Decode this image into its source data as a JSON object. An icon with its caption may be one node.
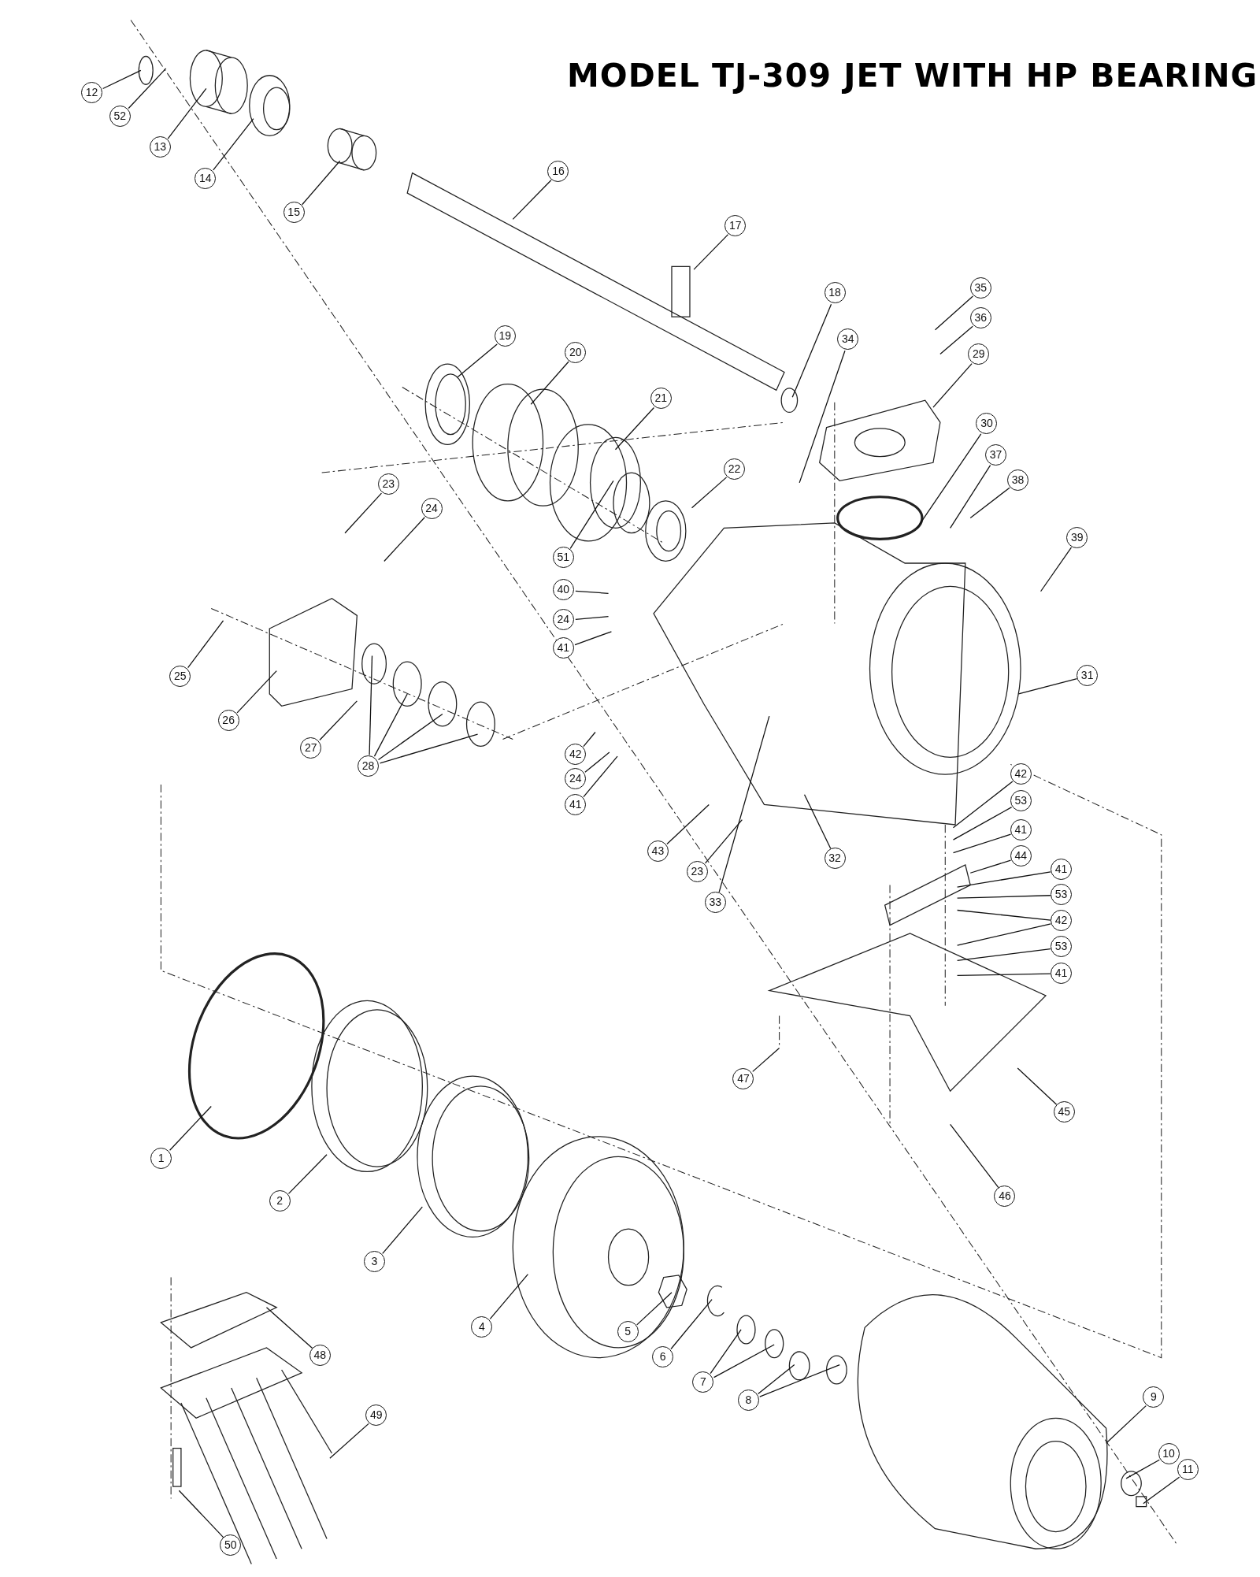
{
  "diagram": {
    "title": "MODEL TJ-309 JET WITH HP BEARING",
    "nodes": [
      {
        "text": [
          "12"
        ]
      },
      {
        "text": [
          "52"
        ]
      },
      {
        "text": [
          "13"
        ]
      },
      {
        "text": [
          "14"
        ]
      },
      {
        "text": [
          "15"
        ]
      },
      {
        "text": [
          "16"
        ]
      },
      {
        "text": [
          "17"
        ]
      },
      {
        "text": [
          "18"
        ]
      },
      {
        "text": [
          "19"
        ]
      },
      {
        "text": [
          "20"
        ]
      },
      {
        "text": [
          "21"
        ]
      },
      {
        "text": [
          "34"
        ]
      },
      {
        "text": [
          "35"
        ]
      },
      {
        "text": [
          "36"
        ]
      },
      {
        "text": [
          "29"
        ]
      },
      {
        "text": [
          "30"
        ]
      },
      {
        "text": [
          "37"
        ]
      },
      {
        "text": [
          "38"
        ]
      },
      {
        "text": [
          "22"
        ]
      },
      {
        "text": [
          "23"
        ]
      },
      {
        "text": [
          "24"
        ]
      },
      {
        "text": [
          "39"
        ]
      },
      {
        "text": [
          "51"
        ]
      },
      {
        "text": [
          "40"
        ]
      },
      {
        "text": [
          "24"
        ]
      },
      {
        "text": [
          "41"
        ]
      },
      {
        "text": [
          "25"
        ]
      },
      {
        "text": [
          "26"
        ]
      },
      {
        "text": [
          "31"
        ]
      },
      {
        "text": [
          "27"
        ]
      },
      {
        "text": [
          "28"
        ]
      },
      {
        "text": [
          "42"
        ]
      },
      {
        "text": [
          "24"
        ]
      },
      {
        "text": [
          "41"
        ]
      },
      {
        "text": [
          "42"
        ]
      },
      {
        "text": [
          "53"
        ]
      },
      {
        "text": [
          "41"
        ]
      },
      {
        "text": [
          "32"
        ]
      },
      {
        "text": [
          "44"
        ]
      },
      {
        "text": [
          "43"
        ]
      },
      {
        "text": [
          "23"
        ]
      },
      {
        "text": [
          "41"
        ]
      },
      {
        "text": [
          "33"
        ]
      },
      {
        "text": [
          "53"
        ]
      },
      {
        "text": [
          "42"
        ]
      },
      {
        "text": [
          "53"
        ]
      },
      {
        "text": [
          "41"
        ]
      },
      {
        "text": [
          "47"
        ]
      },
      {
        "text": [
          "45"
        ]
      },
      {
        "text": [
          "1"
        ]
      },
      {
        "text": [
          "46"
        ]
      },
      {
        "text": [
          "2"
        ]
      },
      {
        "text": [
          "3"
        ]
      },
      {
        "text": [
          "4"
        ]
      },
      {
        "text": [
          "5"
        ]
      },
      {
        "text": [
          "48"
        ]
      },
      {
        "text": [
          "6"
        ]
      },
      {
        "text": [
          "7"
        ]
      },
      {
        "text": [
          "8"
        ]
      },
      {
        "text": [
          "9"
        ]
      },
      {
        "text": [
          "49"
        ]
      },
      {
        "text": [
          "10"
        ]
      },
      {
        "text": [
          "11"
        ]
      },
      {
        "text": [
          "50"
        ]
      }
    ],
    "edges": [
      {
        "from": 0,
        "to": null,
        "arrow": "none"
      },
      {
        "from": 1,
        "to": null,
        "arrow": "none"
      },
      {
        "from": 2,
        "to": null,
        "arrow": "none"
      },
      {
        "from": 3,
        "to": null,
        "arrow": "none"
      },
      {
        "from": 4,
        "to": null,
        "arrow": "none"
      },
      {
        "from": 5,
        "to": null,
        "arrow": "none"
      },
      {
        "from": 6,
        "to": null,
        "arrow": "none"
      },
      {
        "from": 7,
        "to": null,
        "arrow": "none"
      },
      {
        "from": 8,
        "to": null,
        "arrow": "none"
      },
      {
        "from": 9,
        "to": null,
        "arrow": "none"
      },
      {
        "from": 10,
        "to": null,
        "arrow": "none"
      },
      {
        "from": 11,
        "to": null,
        "arrow": "none"
      },
      {
        "from": 12,
        "to": null,
        "arrow": "none"
      },
      {
        "from": 13,
        "to": null,
        "arrow": "none"
      },
      {
        "from": 14,
        "to": null,
        "arrow": "none"
      },
      {
        "from": 15,
        "to": null,
        "arrow": "none"
      },
      {
        "from": 16,
        "to": null,
        "arrow": "none"
      },
      {
        "from": 17,
        "to": null,
        "arrow": "none"
      },
      {
        "from": 18,
        "to": null,
        "arrow": "none"
      },
      {
        "from": 19,
        "to": null,
        "arrow": "none"
      },
      {
        "from": 20,
        "to": null,
        "arrow": "none"
      },
      {
        "from": 21,
        "to": null,
        "arrow": "none"
      },
      {
        "from": 22,
        "to": null,
        "arrow": "none"
      },
      {
        "from": 23,
        "to": null,
        "arrow": "none"
      },
      {
        "from": 24,
        "to": null,
        "arrow": "none"
      },
      {
        "from": 25,
        "to": null,
        "arrow": "none"
      },
      {
        "from": 26,
        "to": null,
        "arrow": "none"
      },
      {
        "from": 27,
        "to": null,
        "arrow": "none"
      },
      {
        "from": 28,
        "to": null,
        "arrow": "none"
      },
      {
        "from": 29,
        "to": null,
        "arrow": "none"
      },
      {
        "from": 30,
        "to": null,
        "arrow": "none"
      },
      {
        "from": 30,
        "to": null,
        "arrow": "none"
      },
      {
        "from": 30,
        "to": null,
        "arrow": "none"
      },
      {
        "from": 30,
        "to": null,
        "arrow": "none"
      },
      {
        "from": 31,
        "to": null,
        "arrow": "none"
      },
      {
        "from": 32,
        "to": null,
        "arrow": "none"
      },
      {
        "from": 33,
        "to": null,
        "arrow": "none"
      },
      {
        "from": 34,
        "to": null,
        "arrow": "none"
      },
      {
        "from": 35,
        "to": null,
        "arrow": "none"
      },
      {
        "from": 36,
        "to": null,
        "arrow": "none"
      },
      {
        "from": 37,
        "to": null,
        "arrow": "none"
      },
      {
        "from": 38,
        "to": null,
        "arrow": "none"
      },
      {
        "from": 39,
        "to": null,
        "arrow": "none"
      },
      {
        "from": 40,
        "to": null,
        "arrow": "none"
      },
      {
        "from": 41,
        "to": null,
        "arrow": "none"
      },
      {
        "from": 42,
        "to": null,
        "arrow": "none"
      },
      {
        "from": 43,
        "to": null,
        "arrow": "none"
      },
      {
        "from": 44,
        "to": null,
        "arrow": "none"
      },
      {
        "from": 44,
        "to": null,
        "arrow": "none"
      },
      {
        "from": 45,
        "to": null,
        "arrow": "none"
      },
      {
        "from": 46,
        "to": null,
        "arrow": "none"
      },
      {
        "from": 47,
        "to": null,
        "arrow": "none"
      },
      {
        "from": 48,
        "to": null,
        "arrow": "none"
      },
      {
        "from": 49,
        "to": null,
        "arrow": "none"
      },
      {
        "from": 50,
        "to": null,
        "arrow": "none"
      },
      {
        "from": 51,
        "to": null,
        "arrow": "none"
      },
      {
        "from": 52,
        "to": null,
        "arrow": "none"
      },
      {
        "from": 53,
        "to": null,
        "arrow": "none"
      },
      {
        "from": 54,
        "to": null,
        "arrow": "none"
      },
      {
        "from": 55,
        "to": null,
        "arrow": "none"
      },
      {
        "from": 56,
        "to": null,
        "arrow": "none"
      },
      {
        "from": 57,
        "to": null,
        "arrow": "none"
      },
      {
        "from": 57,
        "to": null,
        "arrow": "none"
      },
      {
        "from": 58,
        "to": null,
        "arrow": "none"
      },
      {
        "from": 58,
        "to": null,
        "arrow": "none"
      },
      {
        "from": 59,
        "to": null,
        "arrow": "none"
      },
      {
        "from": 60,
        "to": null,
        "arrow": "none"
      },
      {
        "from": 61,
        "to": null,
        "arrow": "none"
      },
      {
        "from": 62,
        "to": null,
        "arrow": "none"
      },
      {
        "from": 63,
        "to": null,
        "arrow": "none"
      }
    ]
  }
}
